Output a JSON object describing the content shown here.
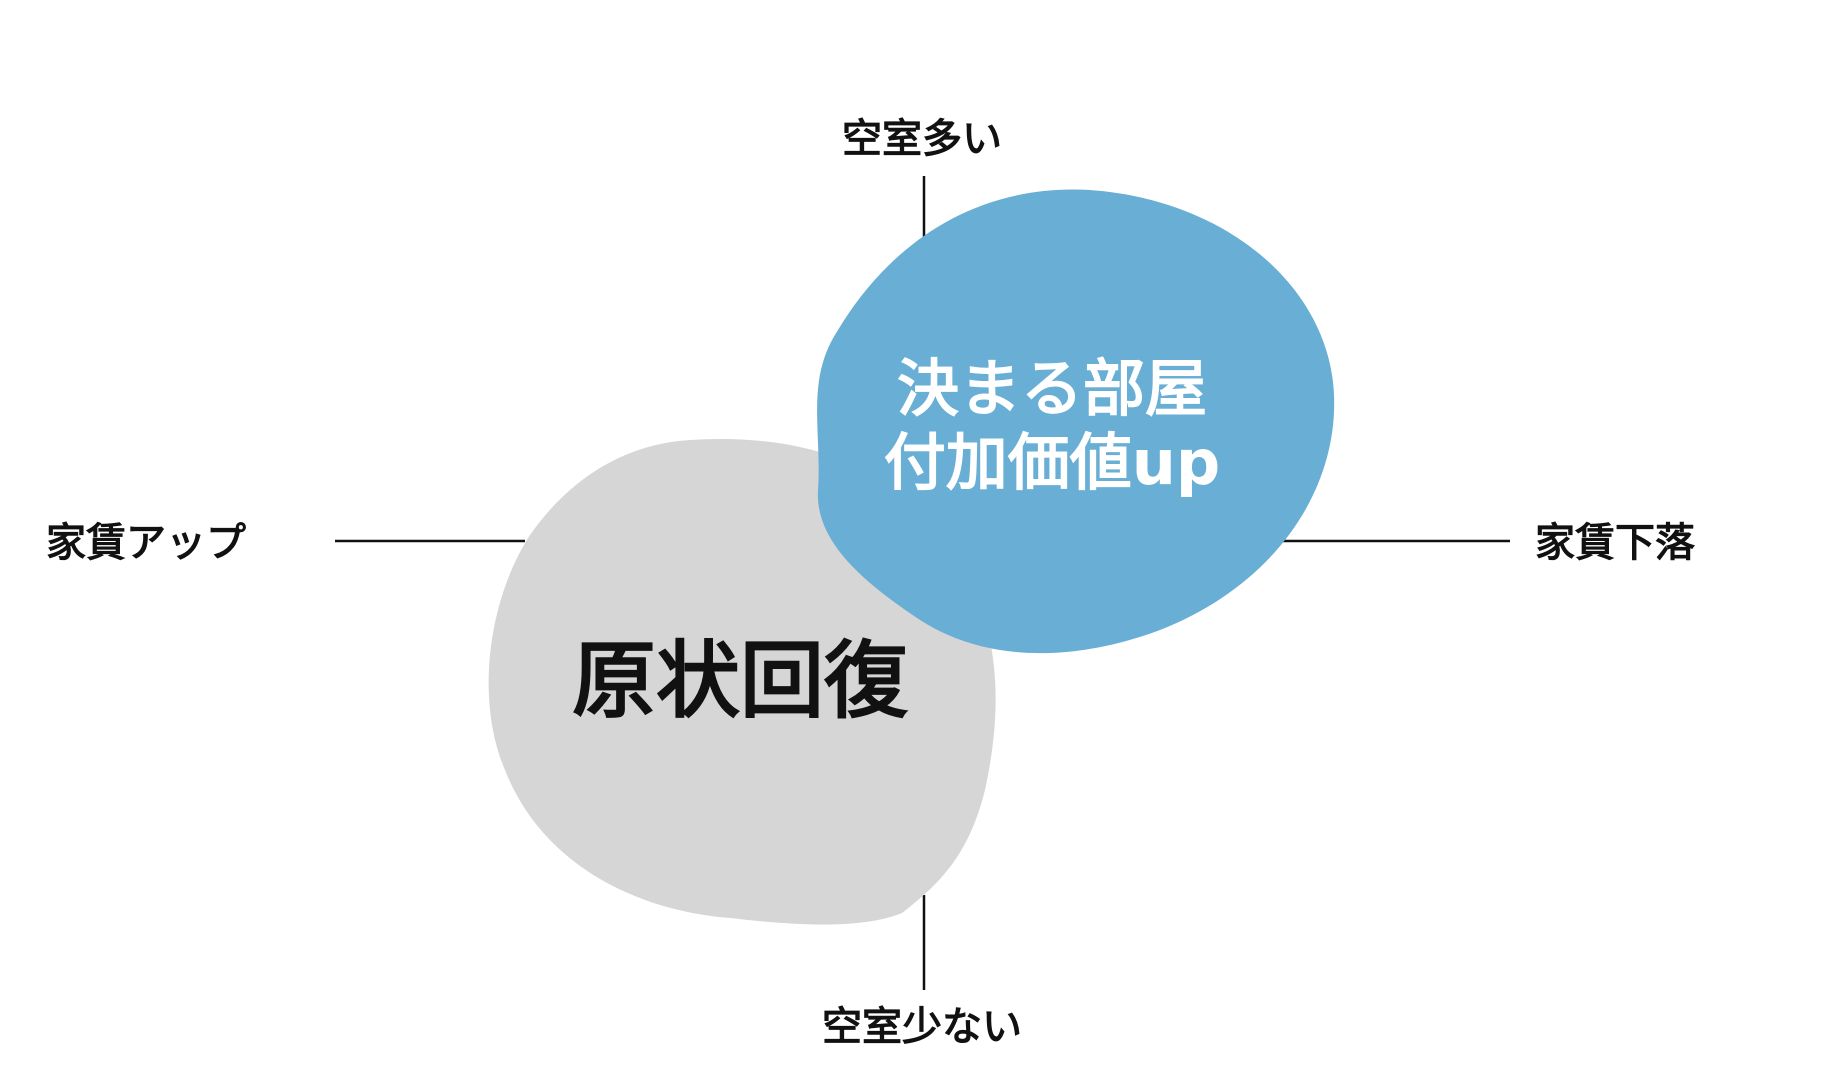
{
  "axes": {
    "top_label": "空室多い",
    "bottom_label": "空室少ない",
    "left_label": "家賃アップ",
    "right_label": "家賃下落"
  },
  "blobs": {
    "gray": {
      "label": "原状回復",
      "color": "#d6d6d6",
      "text_color": "#111111"
    },
    "blue": {
      "label_line1": "決まる部屋",
      "label_line2": "付加価値up",
      "color": "#69aed4",
      "text_color": "#ffffff"
    }
  },
  "colors": {
    "line": "#111111",
    "background": "#ffffff"
  }
}
